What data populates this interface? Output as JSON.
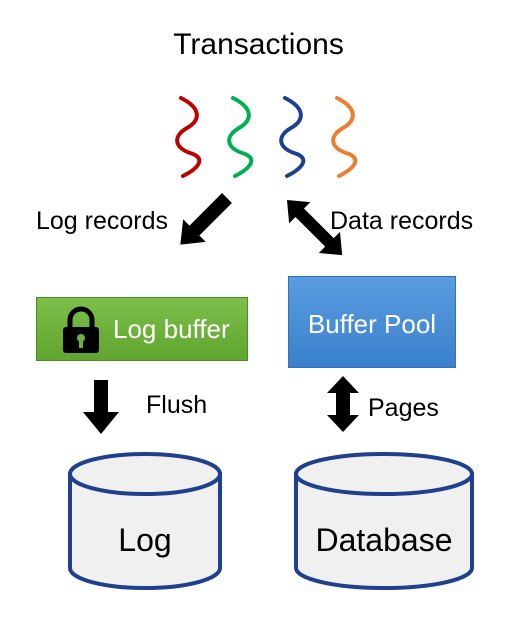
{
  "title": "Transactions",
  "transactions": [
    {
      "color": "#c00000"
    },
    {
      "color": "#00b050"
    },
    {
      "color": "#1f3f8f"
    },
    {
      "color": "#ed7d31"
    }
  ],
  "edges": {
    "log_records": "Log records",
    "data_records": "Data records",
    "flush": "Flush",
    "pages": "Pages"
  },
  "log_buffer": {
    "label": "Log buffer",
    "color": "#6fb13f",
    "icon": "lock-icon"
  },
  "buffer_pool": {
    "label": "Buffer Pool",
    "color": "#4a90d9"
  },
  "log_store": {
    "label": "Log"
  },
  "database": {
    "label": "Database"
  },
  "colors": {
    "cylinder_fill": "#f0f0f0",
    "cylinder_stroke": "#1f3f8f",
    "arrow": "#000000"
  }
}
